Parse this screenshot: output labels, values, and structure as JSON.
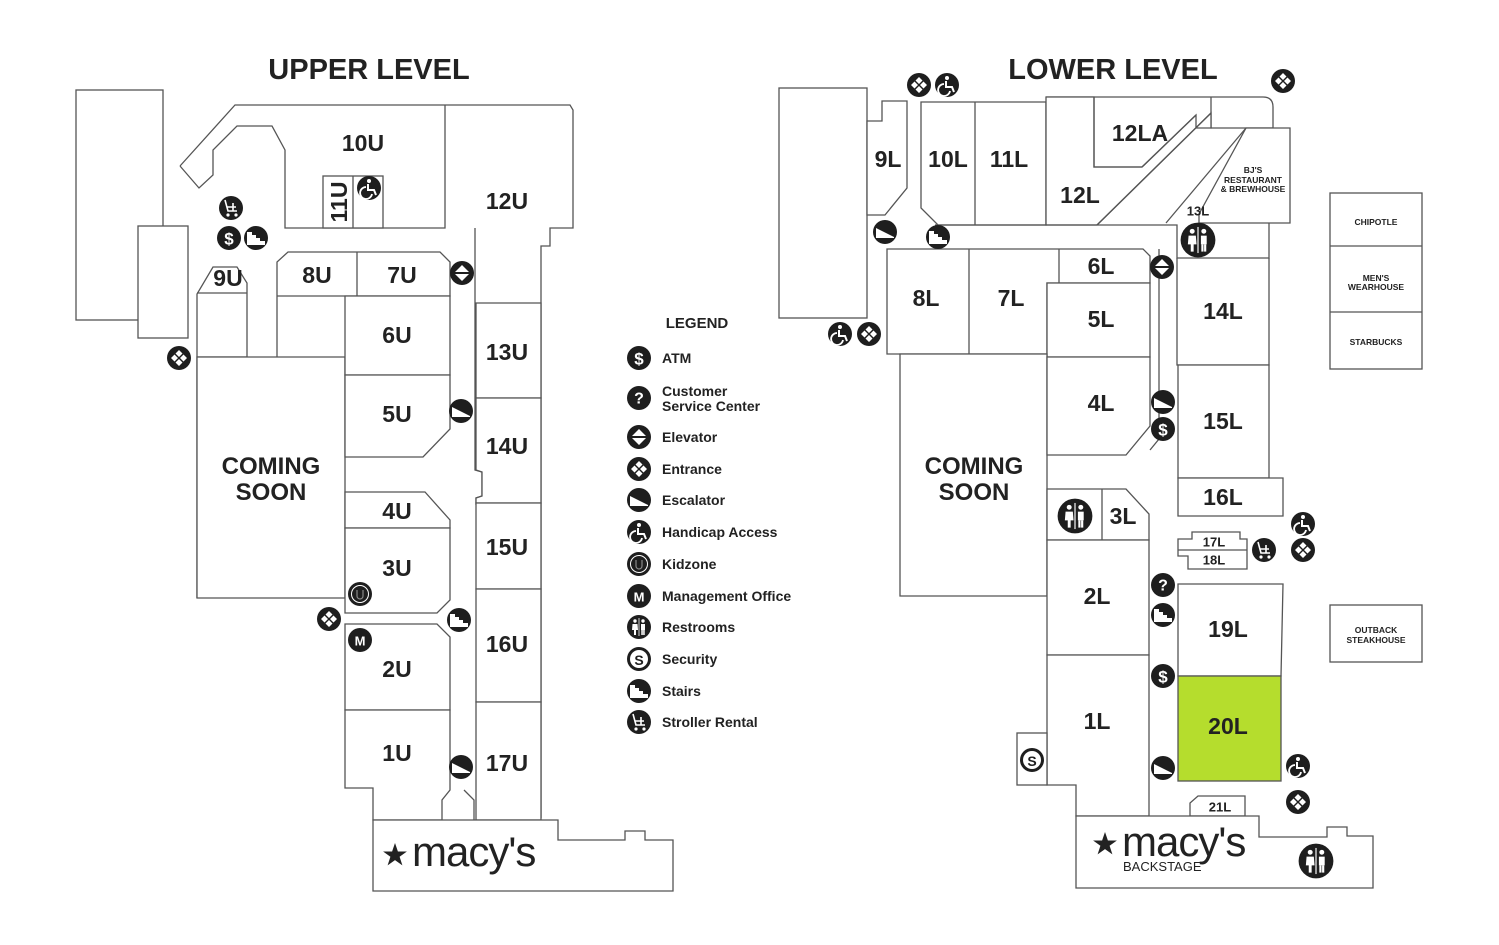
{
  "colors": {
    "highlight": "#b5dd2d",
    "wall": "#555555",
    "text": "#222222",
    "icon": "#1e1e1e"
  },
  "upper": {
    "title": "UPPER LEVEL",
    "coming_soon": [
      "COMING",
      "SOON"
    ],
    "anchor": "macy's",
    "units": [
      "1U",
      "2U",
      "3U",
      "4U",
      "5U",
      "6U",
      "7U",
      "8U",
      "9U",
      "10U",
      "11U",
      "12U",
      "13U",
      "14U",
      "15U",
      "16U",
      "17U"
    ]
  },
  "lower": {
    "title": "LOWER LEVEL",
    "coming_soon": [
      "COMING",
      "SOON"
    ],
    "anchor": "macy's",
    "anchor_sub": "BACKSTAGE",
    "units": [
      "1L",
      "2L",
      "3L",
      "4L",
      "5L",
      "6L",
      "7L",
      "8L",
      "9L",
      "10L",
      "11L",
      "12L",
      "12LA",
      "13L",
      "14L",
      "15L",
      "16L",
      "17L",
      "18L",
      "19L",
      "20L",
      "21L"
    ],
    "highlighted_unit": "20L",
    "restaurant_bjs": [
      "BJ'S",
      "RESTAURANT",
      "& BREWHOUSE"
    ],
    "outparcels": {
      "chipotle": "CHIPOTLE",
      "mens_wearhouse": [
        "MEN'S",
        "WEARHOUSE"
      ],
      "starbucks": "STARBUCKS",
      "outback": [
        "OUTBACK",
        "STEAKHOUSE"
      ]
    }
  },
  "legend": {
    "title": "LEGEND",
    "items": [
      {
        "icon": "atm",
        "label": "ATM"
      },
      {
        "icon": "customer-service",
        "label": "Customer",
        "label2": "Service Center"
      },
      {
        "icon": "elevator",
        "label": "Elevator"
      },
      {
        "icon": "entrance",
        "label": "Entrance"
      },
      {
        "icon": "escalator",
        "label": "Escalator"
      },
      {
        "icon": "handicap",
        "label": "Handicap Access"
      },
      {
        "icon": "kidzone",
        "label": "Kidzone"
      },
      {
        "icon": "management",
        "label": "Management Office"
      },
      {
        "icon": "restrooms",
        "label": "Restrooms"
      },
      {
        "icon": "security",
        "label": "Security"
      },
      {
        "icon": "stairs",
        "label": "Stairs"
      },
      {
        "icon": "stroller",
        "label": "Stroller Rental"
      }
    ]
  }
}
